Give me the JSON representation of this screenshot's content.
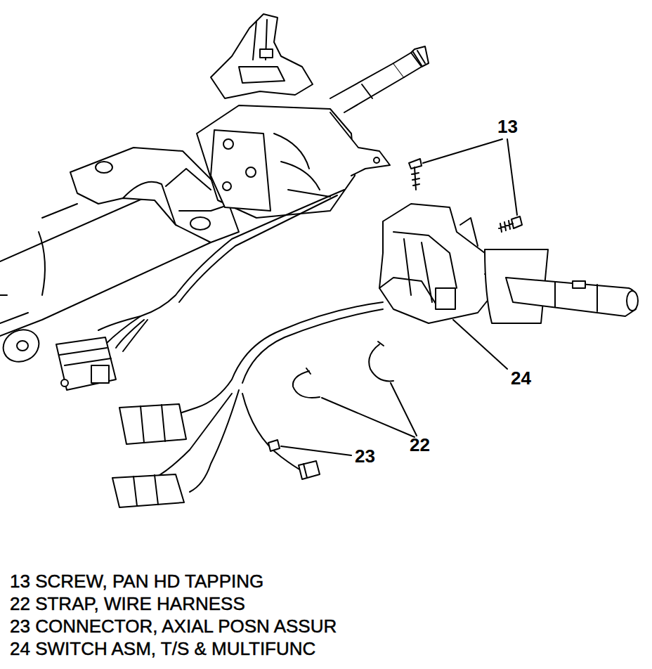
{
  "diagram": {
    "labels": [
      "13",
      "24",
      "22",
      "23",
      "13 SCREW, PAN HD TAPPING",
      "22 STRAP, WIRE HARNESS",
      "23 CONNECTOR, AXIAL POSN ASSUR",
      "24 SWITCH ASM, T/S & MULTIFUNC"
    ]
  }
}
